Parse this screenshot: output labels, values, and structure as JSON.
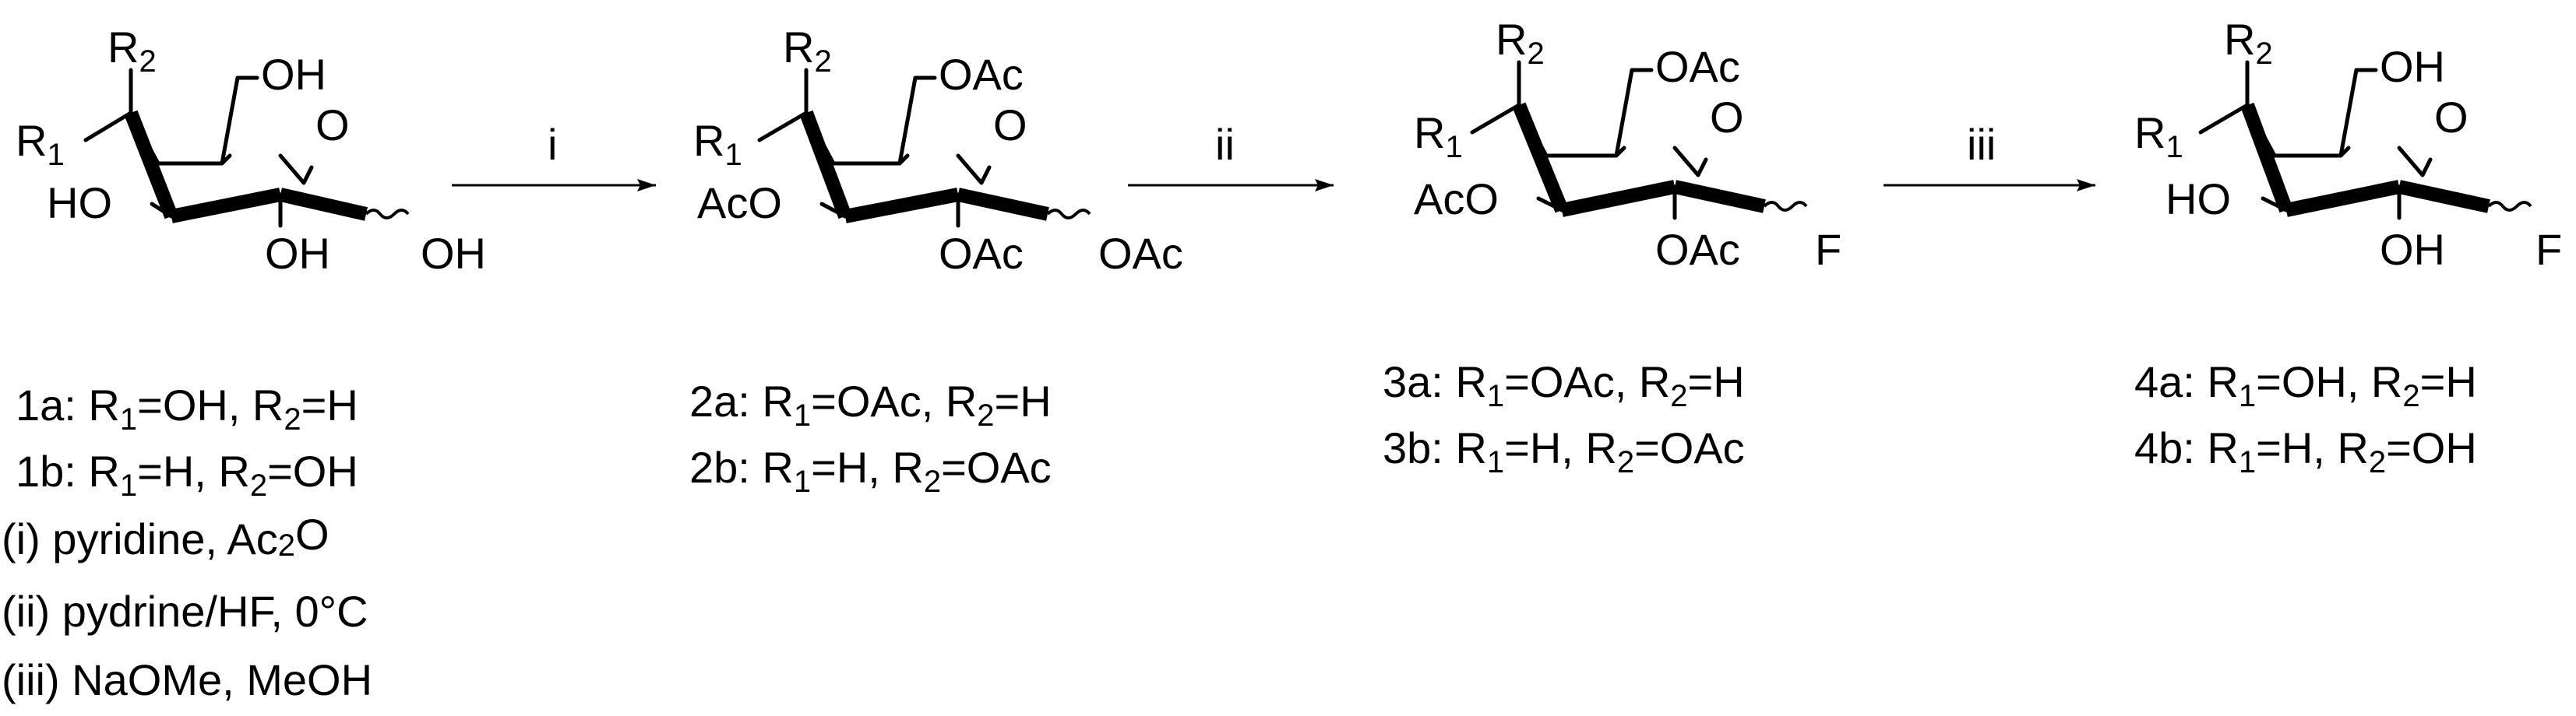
{
  "compounds": [
    {
      "labels": {
        "r2": "R",
        "r2_sub": "2",
        "r1": "R",
        "r1_sub": "1",
        "c6": "OH",
        "c3": "HO",
        "c2": "OH",
        "c1": "OH"
      },
      "substituents": [
        {
          "id": "1a",
          "prefix": "1a: R",
          "r1val": "=OH, R",
          "r2val": "=H"
        },
        {
          "id": "1b",
          "prefix": "1b: R",
          "r1val": "=H, R",
          "r2val": "=OH"
        }
      ]
    },
    {
      "labels": {
        "r2": "R",
        "r2_sub": "2",
        "r1": "R",
        "r1_sub": "1",
        "c6": "OAc",
        "c3": "AcO",
        "c2": "OAc",
        "c1": "OAc"
      },
      "substituents": [
        {
          "id": "2a",
          "prefix": "2a: R",
          "r1val": "=OAc, R",
          "r2val": "=H"
        },
        {
          "id": "2b",
          "prefix": "2b: R",
          "r1val": "=H, R",
          "r2val": "=OAc"
        }
      ]
    },
    {
      "labels": {
        "r2": "R",
        "r2_sub": "2",
        "r1": "R",
        "r1_sub": "1",
        "c6": "OAc",
        "c3": "AcO",
        "c2": "OAc",
        "c1": "F"
      },
      "substituents": [
        {
          "id": "3a",
          "prefix": "3a: R",
          "r1val": "=OAc, R",
          "r2val": "=H"
        },
        {
          "id": "3b",
          "prefix": "3b: R",
          "r1val": "=H, R",
          "r2val": "=OAc"
        }
      ]
    },
    {
      "labels": {
        "r2": "R",
        "r2_sub": "2",
        "r1": "R",
        "r1_sub": "1",
        "c6": "OH",
        "c3": "HO",
        "c2": "OH",
        "c1": "F"
      },
      "substituents": [
        {
          "id": "4a",
          "prefix": "4a: R",
          "r1val": "=OH, R",
          "r2val": "=H"
        },
        {
          "id": "4b",
          "prefix": "4b: R",
          "r1val": "=H, R",
          "r2val": "=OH"
        }
      ]
    }
  ],
  "ring_oxygen": "O",
  "sub1": "1",
  "sub2": "2",
  "arrows": [
    {
      "label": "i"
    },
    {
      "label": "ii"
    },
    {
      "label": "iii"
    }
  ],
  "conditions": [
    {
      "prefix": "(i) pyridine, Ac",
      "sub": "2",
      "suffix": "O"
    },
    {
      "text": "(ii) pydrine/HF,  0°C"
    },
    {
      "text": "(iii) NaOMe, MeOH"
    }
  ]
}
